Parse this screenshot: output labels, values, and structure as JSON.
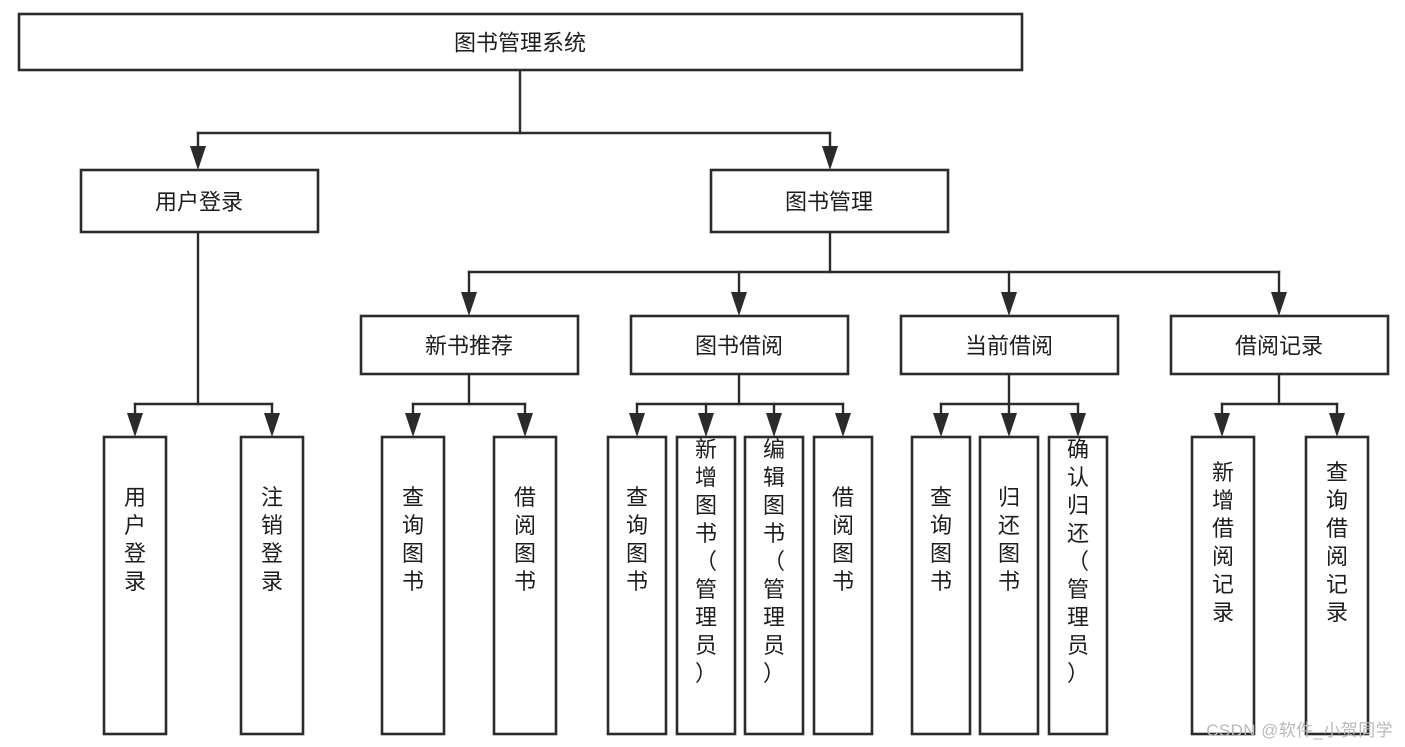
{
  "diagram": {
    "title": "图书管理系统",
    "type": "tree-hierarchy",
    "watermark": "CSDN @软件_小贺同学",
    "colors": {
      "stroke": "#2b2b2b",
      "fill": "#ffffff",
      "text": "#1d1d1d",
      "watermark": "#b9b9b9"
    },
    "root": {
      "id": "root",
      "label": "图书管理系统",
      "orientation": "horizontal"
    },
    "level2": [
      {
        "id": "user-login",
        "label": "用户登录",
        "orientation": "horizontal"
      },
      {
        "id": "book-management",
        "label": "图书管理",
        "orientation": "horizontal"
      }
    ],
    "level3": [
      {
        "id": "new-book-recommend",
        "label": "新书推荐",
        "orientation": "horizontal",
        "parent": "book-management"
      },
      {
        "id": "book-borrow",
        "label": "图书借阅",
        "orientation": "horizontal",
        "parent": "book-management"
      },
      {
        "id": "current-borrow",
        "label": "当前借阅",
        "orientation": "horizontal",
        "parent": "book-management"
      },
      {
        "id": "borrow-record",
        "label": "借阅记录",
        "orientation": "horizontal",
        "parent": "book-management"
      }
    ],
    "leaves": {
      "user-login": [
        {
          "id": "leaf-user-login",
          "label": "用户登录",
          "orientation": "vertical"
        },
        {
          "id": "leaf-logout",
          "label": "注销登录",
          "orientation": "vertical"
        }
      ],
      "new-book-recommend": [
        {
          "id": "leaf-query-book-1",
          "label": "查询图书",
          "orientation": "vertical"
        },
        {
          "id": "leaf-borrow-book-1",
          "label": "借阅图书",
          "orientation": "vertical"
        }
      ],
      "book-borrow": [
        {
          "id": "leaf-query-book-2",
          "label": "查询图书",
          "orientation": "vertical"
        },
        {
          "id": "leaf-add-book",
          "label": "新增图书（管理员）",
          "orientation": "vertical"
        },
        {
          "id": "leaf-edit-book",
          "label": "编辑图书（管理员）",
          "orientation": "vertical"
        },
        {
          "id": "leaf-borrow-book-2",
          "label": "借阅图书",
          "orientation": "vertical"
        }
      ],
      "current-borrow": [
        {
          "id": "leaf-query-book-3",
          "label": "查询图书",
          "orientation": "vertical"
        },
        {
          "id": "leaf-return-book",
          "label": "归还图书",
          "orientation": "vertical"
        },
        {
          "id": "leaf-confirm-return",
          "label": "确认归还（管理员）",
          "orientation": "vertical"
        }
      ],
      "borrow-record": [
        {
          "id": "leaf-add-record",
          "label": "新增借阅记录",
          "orientation": "vertical"
        },
        {
          "id": "leaf-query-record",
          "label": "查询借阅记录",
          "orientation": "vertical"
        }
      ]
    }
  }
}
